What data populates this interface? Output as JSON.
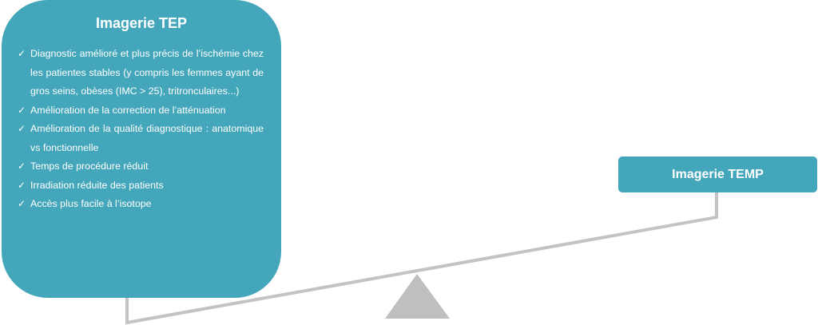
{
  "tep": {
    "title": "Imagerie TEP",
    "items": [
      "Diagnostic amélioré et plus précis de l’ischémie chez les patientes stables (y compris les femmes ayant de gros seins, obèses (IMC > 25), tritronculaires...)",
      "Amélioration de la correction de l’atténuation",
      "Amélioration de la qualité diagnostique : anatomique vs fonctionnelle",
      "Temps de procédure réduit",
      "Irradiation réduite des patients",
      "Accès plus facile à l’isotope"
    ]
  },
  "temp": {
    "title": "Imagerie TEMP"
  },
  "colors": {
    "box": "#44a6bb",
    "beam": "#c3c3c3",
    "fulcrum": "#bfbfbf",
    "text": "#ffffff"
  },
  "icons": {
    "bullet": "check-icon"
  }
}
